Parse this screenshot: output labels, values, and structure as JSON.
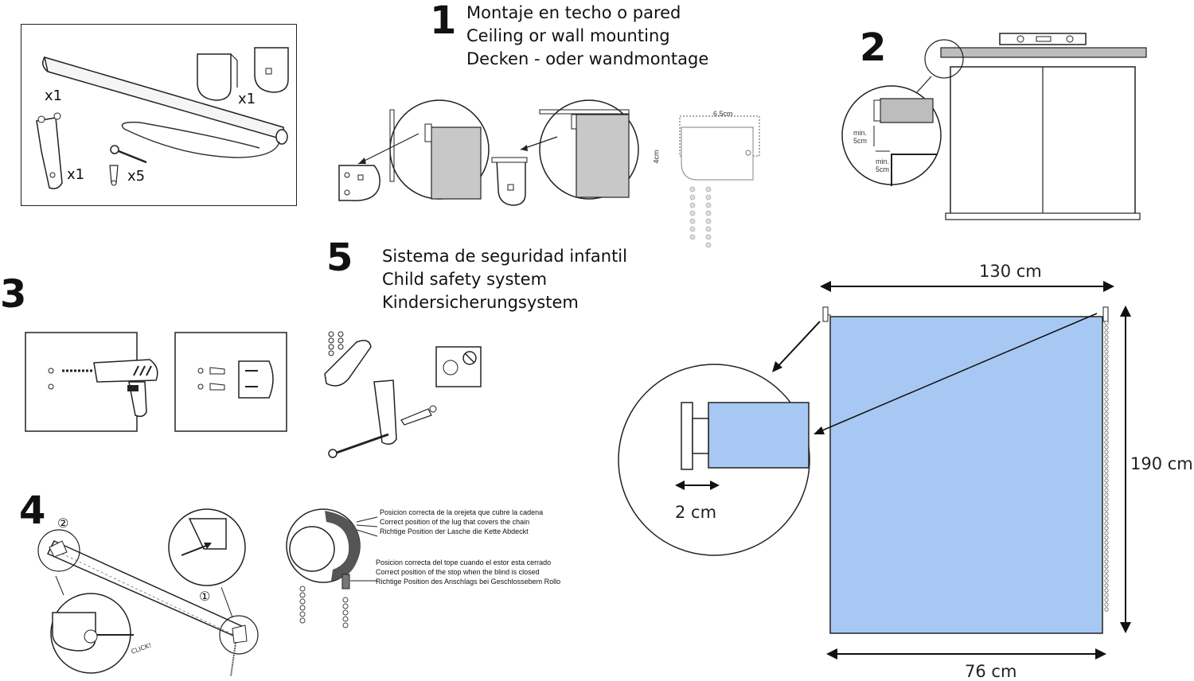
{
  "step1": {
    "number": "1",
    "title_es": "Montaje en techo o pared",
    "title_en": "Ceiling or wall mounting",
    "title_de": "Decken - oder wandmontage",
    "bracket_width": "6.5cm",
    "bracket_height": "4cm"
  },
  "kit": {
    "roller_qty": "x1",
    "brackets_qty": "x1",
    "safety_clip_qty": "x1",
    "screws_qty": "x5"
  },
  "step2": {
    "number": "2",
    "min_top": "min.\n5cm",
    "min_side": "min.\n5cm"
  },
  "step3": {
    "number": "3"
  },
  "step4": {
    "number": "4",
    "marker_1": "①",
    "marker_2": "②",
    "click_label": "CLICK!",
    "note1_es": "Posicion correcta de la orejeta que cubre la cadena",
    "note1_en": "Correct position of the lug that covers the chain",
    "note1_de": "Richtige Position der Lasche die Kette Abdeckt",
    "note2_es": "Posicion correcta del tope cuando el estor esta cerrado",
    "note2_en": "Correct position of the stop when the blind is closed",
    "note2_de": "Richtige Position des Anschlags bei Geschlossebem Rollo"
  },
  "step5": {
    "number": "5",
    "title_es": "Sistema de seguridad infantil",
    "title_en": "Child safety system",
    "title_de": "Kindersicherungsystem"
  },
  "dimensions": {
    "total_width": "130 cm",
    "height": "190 cm",
    "fabric_width": "76 cm",
    "bracket_offset": "2 cm",
    "fabric_color": "#a7c8f2"
  }
}
